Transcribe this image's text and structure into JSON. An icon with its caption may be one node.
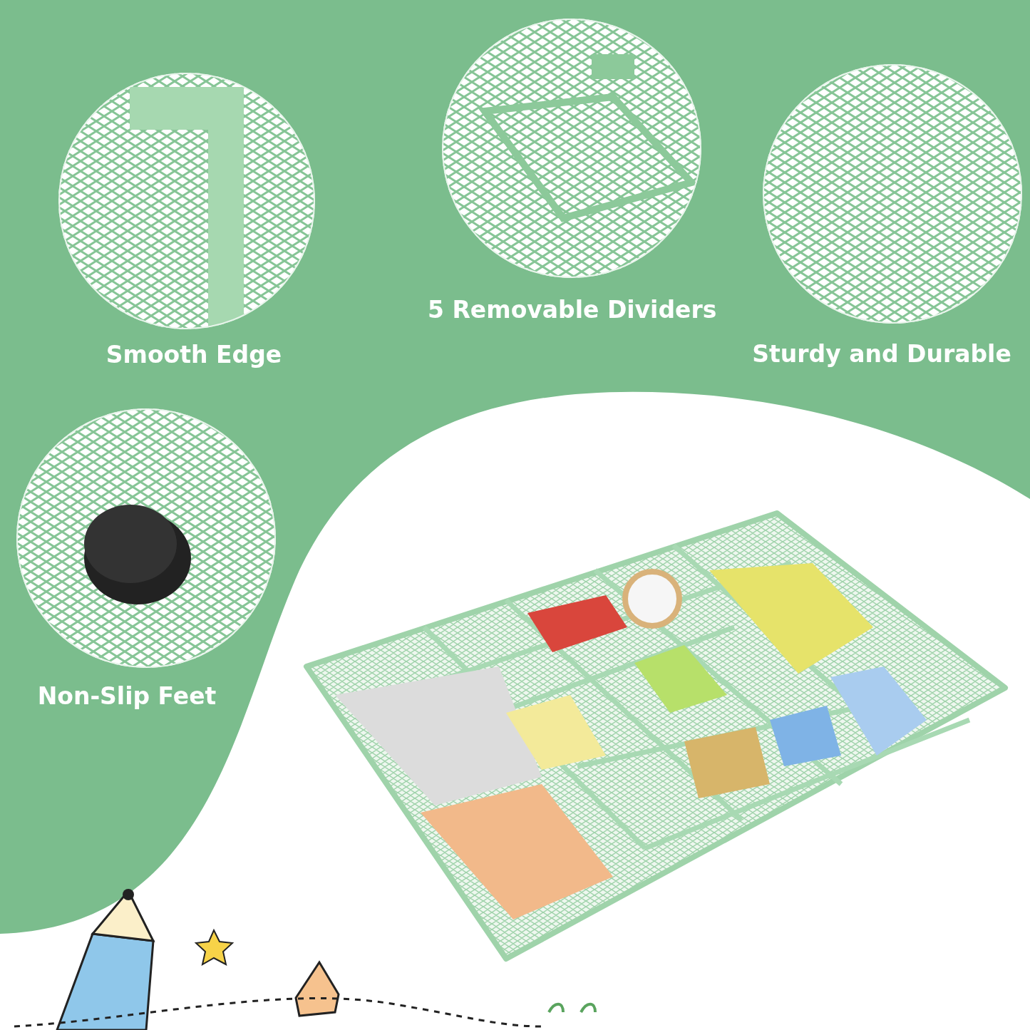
{
  "diagram": {
    "nodes": [
      {
        "text": [
          "Smooth Edge"
        ]
      },
      {
        "text": [
          "5 Removable Dividers"
        ]
      },
      {
        "text": [
          "Sturdy and Durable"
        ]
      },
      {
        "text": [
          "Non-Slip Feet"
        ]
      }
    ]
  }
}
